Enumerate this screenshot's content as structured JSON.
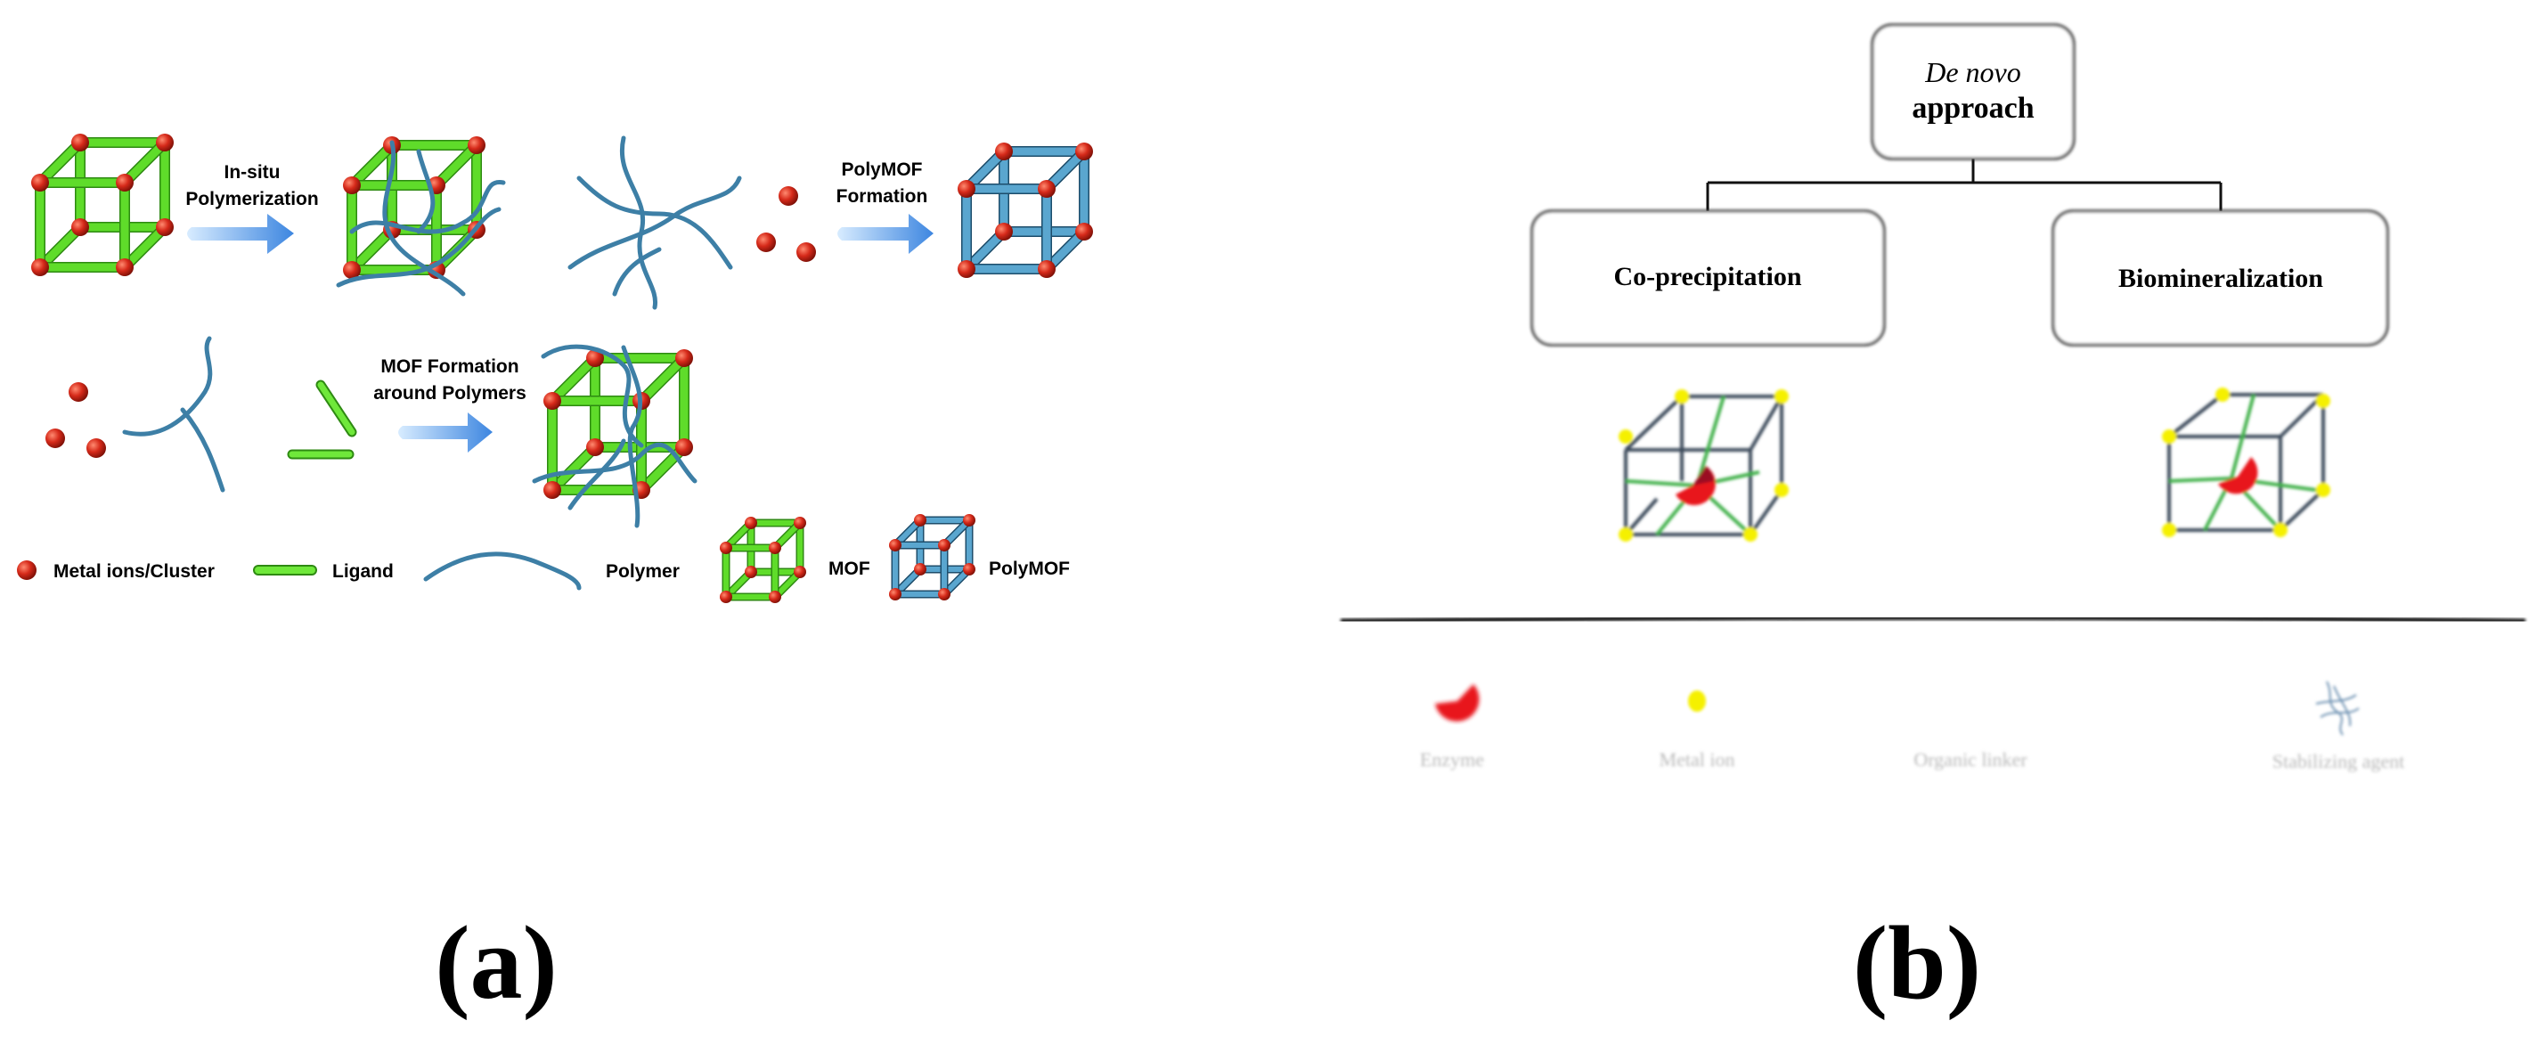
{
  "panel_a": {
    "label": "(a)",
    "step1": {
      "line1": "In-situ",
      "line2": "Polymerization"
    },
    "step2": {
      "line1": "PolyMOF",
      "line2": "Formation"
    },
    "step3": {
      "line1": "MOF Formation",
      "line2": "around Polymers"
    },
    "legend": {
      "metal": "Metal ions/Cluster",
      "ligand": "Ligand",
      "polymer": "Polymer",
      "mof": "MOF",
      "polymof": "PolyMOF"
    },
    "colors": {
      "ligand": "#5fdc2a",
      "polymer": "#3d7fa6",
      "metal": "#d62a1a",
      "arrow": "#4a90e0"
    }
  },
  "panel_b": {
    "label": "(b)",
    "root": {
      "line1": "De novo",
      "line2": "approach"
    },
    "left_branch": "Co-precipitation",
    "right_branch": "Biomineralization",
    "legend": {
      "enzyme": "Enzyme",
      "metal": "Metal ion",
      "linker": "Organic linker",
      "agent": "Stabilizing  agent"
    },
    "colors": {
      "enzyme": "#e8141c",
      "metal": "#f5f000",
      "linker": "#3a4a5a",
      "inner": "#3fb04a"
    }
  }
}
